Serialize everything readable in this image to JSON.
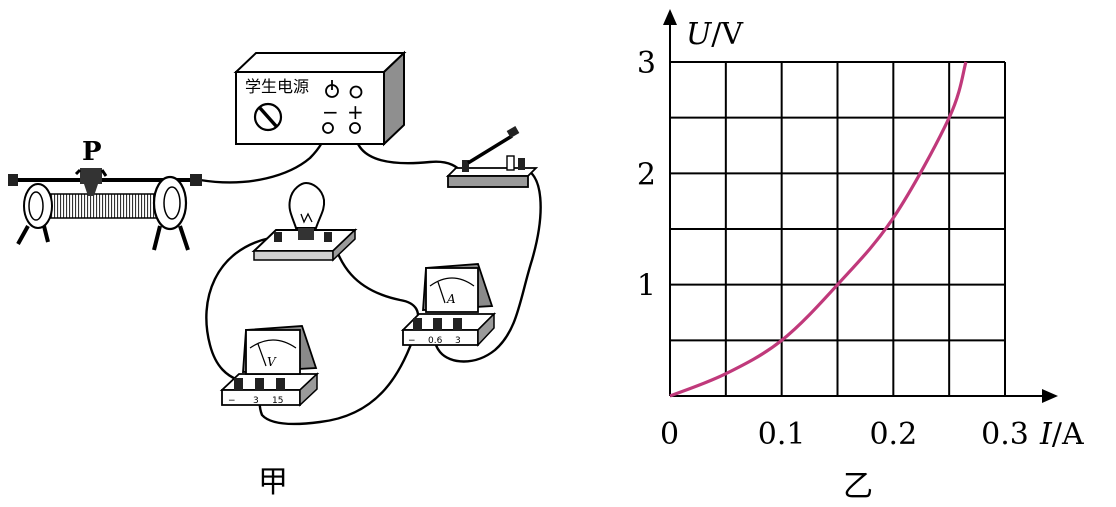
{
  "circuit": {
    "power_supply_label": "学生电源",
    "minus_label": "−",
    "plus_label": "+",
    "rheostat_label": "P",
    "voltmeter": {
      "unit": "V",
      "terminals": [
        "−",
        "3",
        "15"
      ]
    },
    "ammeter": {
      "unit": "A",
      "terminals": [
        "−",
        "0.6",
        "3"
      ]
    },
    "caption": "甲"
  },
  "graph_caption": "乙",
  "colors": {
    "curve": "#c0397b",
    "ink": "#000000"
  },
  "chart_data": {
    "type": "line",
    "xlabel_var": "I",
    "xlabel_unit": "/A",
    "ylabel_var": "U",
    "ylabel_unit": "/V",
    "xlim": [
      0,
      0.3
    ],
    "ylim": [
      0,
      3
    ],
    "grid": true,
    "x_ticks": [
      "0.1",
      "0.2",
      "0.3"
    ],
    "y_ticks": [
      "1",
      "2",
      "3"
    ],
    "origin_label": "0",
    "series": [
      {
        "x": [
          0,
          0.05,
          0.1,
          0.15,
          0.2,
          0.25,
          0.265
        ],
        "y": [
          0,
          0.2,
          0.5,
          1.0,
          1.6,
          2.5,
          3.0
        ]
      }
    ]
  }
}
